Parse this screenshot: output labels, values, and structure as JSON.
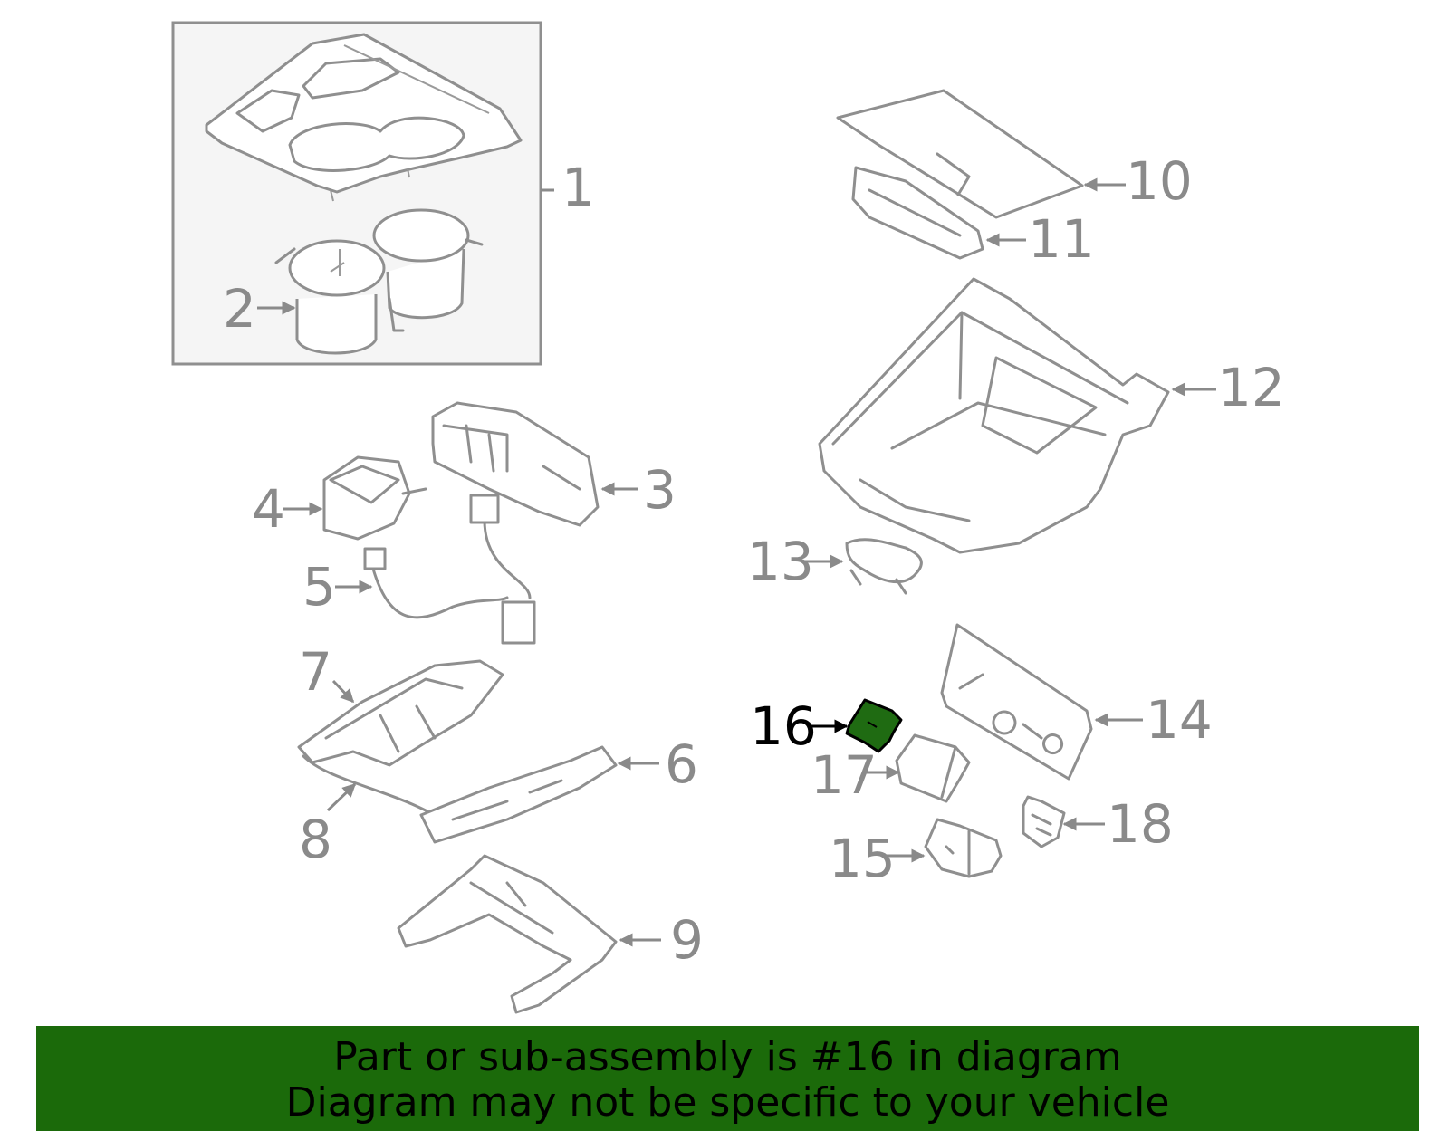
{
  "colors": {
    "part_line": "#8f8f8f",
    "label": "#8a8a8a",
    "highlight_part": "#1f6b12",
    "banner_bg": "#1b6a0a",
    "box_bg": "#f5f5f5"
  },
  "callouts": [
    {
      "id": "1",
      "label": "1"
    },
    {
      "id": "2",
      "label": "2"
    },
    {
      "id": "3",
      "label": "3"
    },
    {
      "id": "4",
      "label": "4"
    },
    {
      "id": "5",
      "label": "5"
    },
    {
      "id": "6",
      "label": "6"
    },
    {
      "id": "7",
      "label": "7"
    },
    {
      "id": "8",
      "label": "8"
    },
    {
      "id": "9",
      "label": "9"
    },
    {
      "id": "10",
      "label": "10"
    },
    {
      "id": "11",
      "label": "11"
    },
    {
      "id": "12",
      "label": "12"
    },
    {
      "id": "13",
      "label": "13"
    },
    {
      "id": "14",
      "label": "14"
    },
    {
      "id": "15",
      "label": "15"
    },
    {
      "id": "16",
      "label": "16",
      "highlighted": true
    },
    {
      "id": "17",
      "label": "17"
    },
    {
      "id": "18",
      "label": "18"
    }
  ],
  "banner": {
    "line1": "Part or sub-assembly is #16 in diagram",
    "line2": "Diagram may not be specific to your vehicle"
  }
}
